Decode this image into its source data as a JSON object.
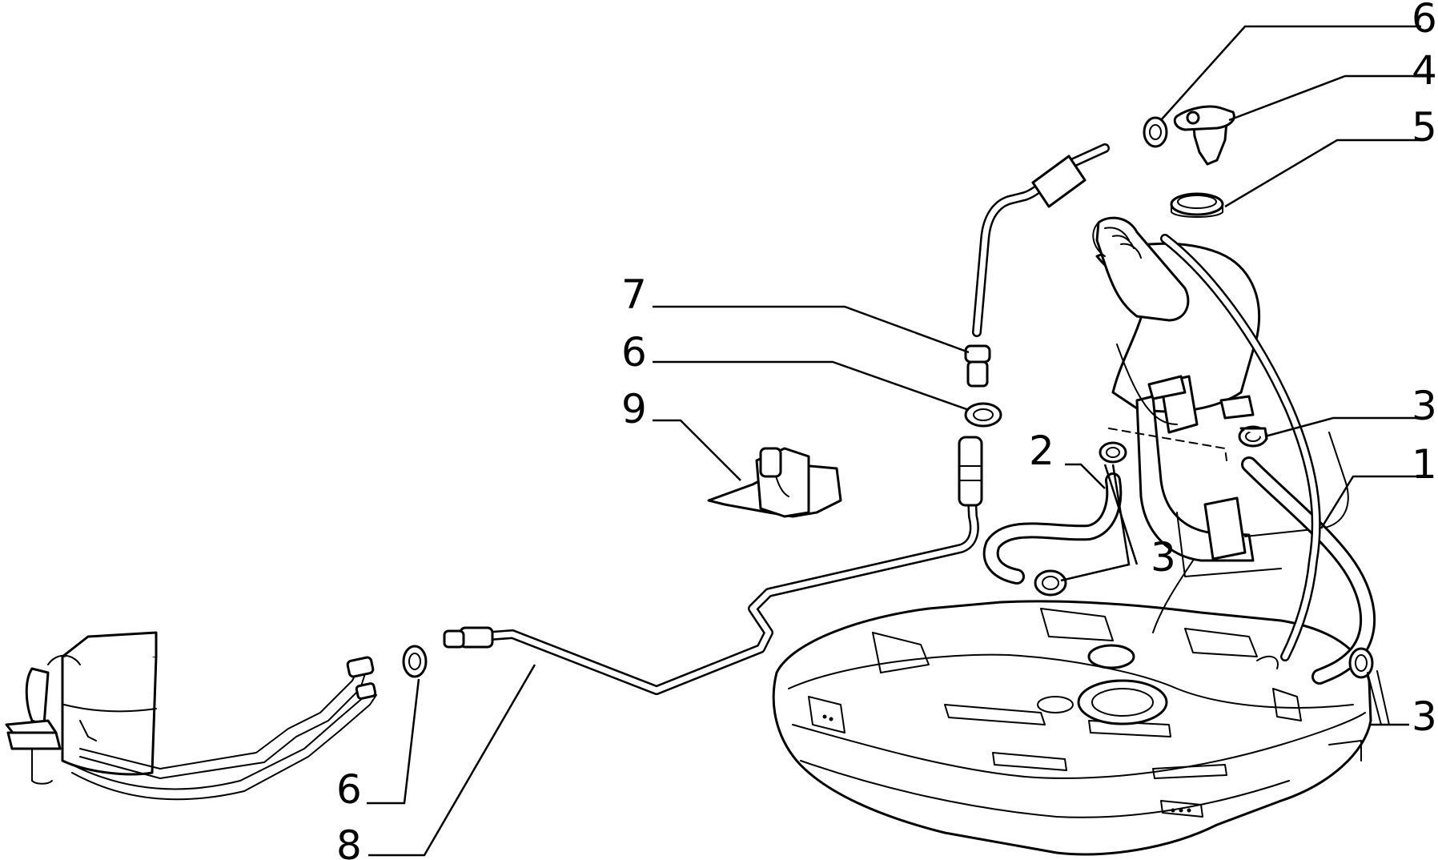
{
  "callouts": [
    {
      "id": "c6-top",
      "text": "6"
    },
    {
      "id": "c4",
      "text": "4"
    },
    {
      "id": "c5",
      "text": "5"
    },
    {
      "id": "c7",
      "text": "7"
    },
    {
      "id": "c6-mid",
      "text": "6"
    },
    {
      "id": "c9",
      "text": "9"
    },
    {
      "id": "c3-right-upper",
      "text": "3"
    },
    {
      "id": "c2",
      "text": "2"
    },
    {
      "id": "c1",
      "text": "1"
    },
    {
      "id": "c3-center",
      "text": "3"
    },
    {
      "id": "c3-right-lower",
      "text": "3"
    },
    {
      "id": "c6-bottom",
      "text": "6"
    },
    {
      "id": "c8",
      "text": "8"
    }
  ]
}
